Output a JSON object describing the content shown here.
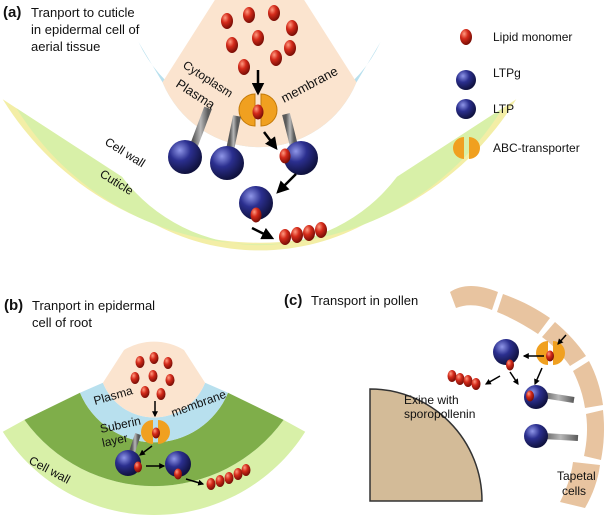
{
  "panel_a": {
    "letter": "(a)",
    "title_line1": "Tranport to cuticle",
    "title_line2": "in epidermal cell of",
    "title_line3": "aerial tissue",
    "cytoplasm": "Cytoplasm",
    "plasma": "Plasma",
    "membrane": "membrane",
    "cell_wall": "Cell wall",
    "cuticle": "Cuticle"
  },
  "legend": {
    "lipid_monomer": "Lipid monomer",
    "ltpg": "LTPg",
    "ltp": "LTP",
    "abc_transporter": "ABC-transporter"
  },
  "panel_b": {
    "letter": "(b)",
    "title_line1": "Tranport in epidermal",
    "title_line2": "cell of root",
    "plasma": "Plasma",
    "membrane": "membrane",
    "suberin_line1": "Suberin",
    "suberin_line2": "layer",
    "cell_wall": "Cell wall"
  },
  "panel_c": {
    "letter": "(c)",
    "title": "Transport in pollen",
    "exine_line1": "Exine with",
    "exine_line2": "sporopollenin",
    "tapetal_line1": "Tapetal",
    "tapetal_line2": "cells"
  },
  "colors": {
    "lipid": "#d42a1a",
    "ltp": "#2b2f8f",
    "abc": "#f0a020",
    "cytoplasm": "#fbe4cf",
    "membrane": "#b8e0ee",
    "cell_wall": "#d8f0a8",
    "cuticle": "#f3eea6",
    "suberin": "#7fae4a",
    "exine": "#d3bb98",
    "tapetal": "#e8c4a0"
  }
}
